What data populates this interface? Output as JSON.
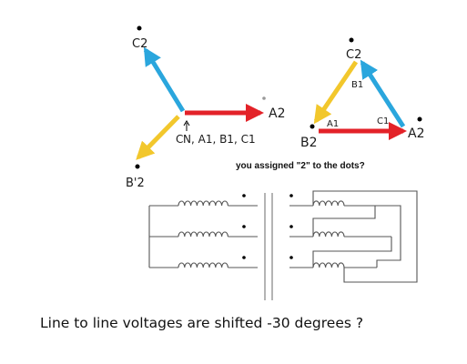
{
  "wye": {
    "labels": {
      "c2": "C2",
      "a2": "A2",
      "b2": "B'2",
      "neutral": "N, A1, B1, C1",
      "neutral_prefix": "C"
    },
    "colors": {
      "phase_a": "#e32228",
      "phase_b": "#f2c72c",
      "phase_c": "#2aa6dd",
      "dot": "#000000"
    }
  },
  "delta": {
    "labels": {
      "c2": "C2",
      "a2": "A2",
      "b2": "B2",
      "b1": "B1",
      "a1": "A1",
      "c1": "C1"
    },
    "colors": {
      "phase_a": "#e32228",
      "phase_b": "#f2c72c",
      "phase_c": "#2aa6dd",
      "dot": "#000000"
    }
  },
  "question": "you assigned \"2\" to the dots?",
  "caption": "Line to line voltages are shifted -30 degrees ?",
  "transformer": {
    "primary_windings": 3,
    "secondary_windings": 3,
    "primary_connection": "wye",
    "secondary_connection": "delta",
    "line_color": "#555555"
  }
}
